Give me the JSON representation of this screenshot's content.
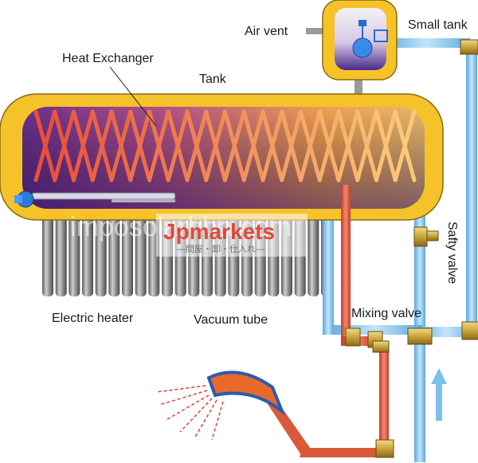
{
  "labels": {
    "air_vent": "Air vent",
    "small_tank": "Small tank",
    "heat_exchanger": "Heat Exchanger",
    "tank": "Tank",
    "safety_valve": "Safty valve",
    "mixing_valve": "Mixing valve",
    "electric_heater": "Electric heater",
    "vacuum_tube": "Vacuum tube"
  },
  "watermark": {
    "text": "imposolarhba.com",
    "logo": "Jpmarkets",
    "tagline": "—問屋・卸・仕入れ—"
  },
  "colors": {
    "tank_shell": "#f5c22a",
    "tank_inner": "#7a3aa0",
    "hot_pipe": "#e8553a",
    "cold_pipe": "#8ec8ee",
    "brass": "#c9a53a",
    "tube_gray": "#8a8a8a"
  },
  "diagram": {
    "vacuum_tube_count": 22,
    "coil_zigzags": 20
  }
}
